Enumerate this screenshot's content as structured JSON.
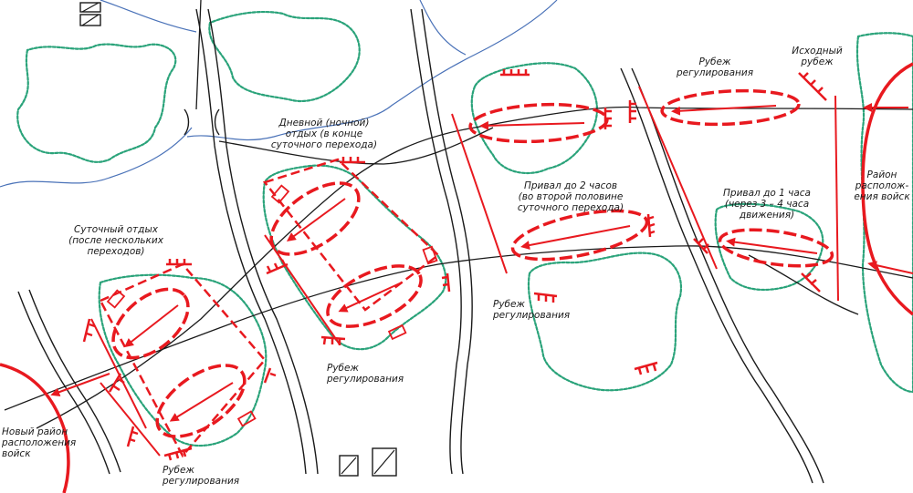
{
  "colors": {
    "troops": "#e8191f",
    "roads": "#1a1a1a",
    "forest": "#2aa37a",
    "water": "#4a72b8",
    "background": "#ffffff"
  },
  "labels": {
    "start_line": "Исходный\nрубеж",
    "regulation_line_top": "Рубеж\nрегулирования",
    "day_night_rest": "Дневной (ночной)\nотдых (в конце\nсуточного перехода)",
    "halt_2h": "Привал до 2 часов\n(во второй половине\nсуточного перехода)",
    "halt_1h": "Привал до 1 часа\n(через 3 – 4 часа\nдвижения)",
    "troop_area": "Район\nрасполож-\nения войск",
    "daily_rest": "Суточный отдых\n(после нескольких\nпереходов)",
    "regulation_line_mid": "Рубеж\nрегулирования",
    "regulation_line_center": "Рубеж\nрегулирования",
    "regulation_line_bottom": "Рубеж\nрегулирования",
    "new_troop_area": "Новый район\nрасположения\nвойск"
  },
  "icons": [
    "forest-icon",
    "bridge-icon",
    "building-icon",
    "direction-arrow-icon"
  ]
}
